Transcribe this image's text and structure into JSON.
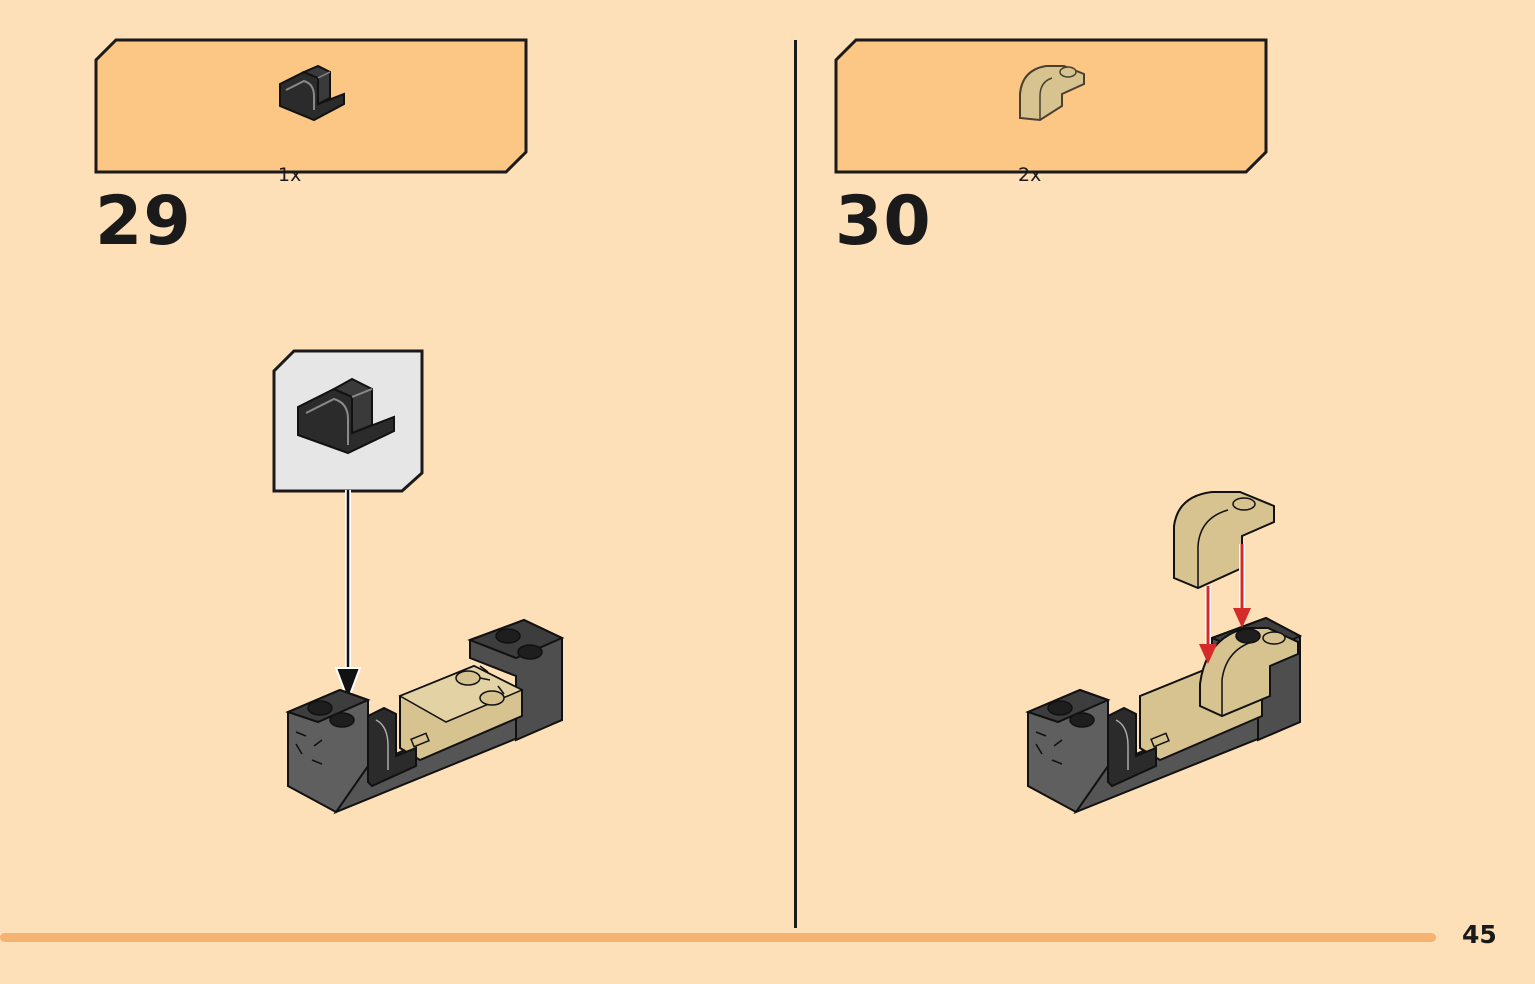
{
  "page": {
    "number": "45"
  },
  "colors": {
    "background": "#fee0b8",
    "parts_box": "#fcc784",
    "dark_gray": "#2b2b2b",
    "medium_gray": "#5a5a5a",
    "tan": "#d6c38f",
    "callout_bg": "#e6e6e6",
    "arrow_red": "#d42a2a",
    "footer_bar": "#f6b271"
  },
  "steps": [
    {
      "number": "29",
      "parts": [
        {
          "quantity": "1x",
          "piece": "black-bracket-inverted-icon"
        }
      ],
      "callout": {
        "piece": "black-bracket-inverted-icon"
      },
      "assembly": "gray-base-with-tan-tile-model"
    },
    {
      "number": "30",
      "parts": [
        {
          "quantity": "2x",
          "piece": "tan-curved-slope-icon"
        }
      ],
      "assembly": "gray-base-with-tan-curved-slope-model"
    }
  ]
}
